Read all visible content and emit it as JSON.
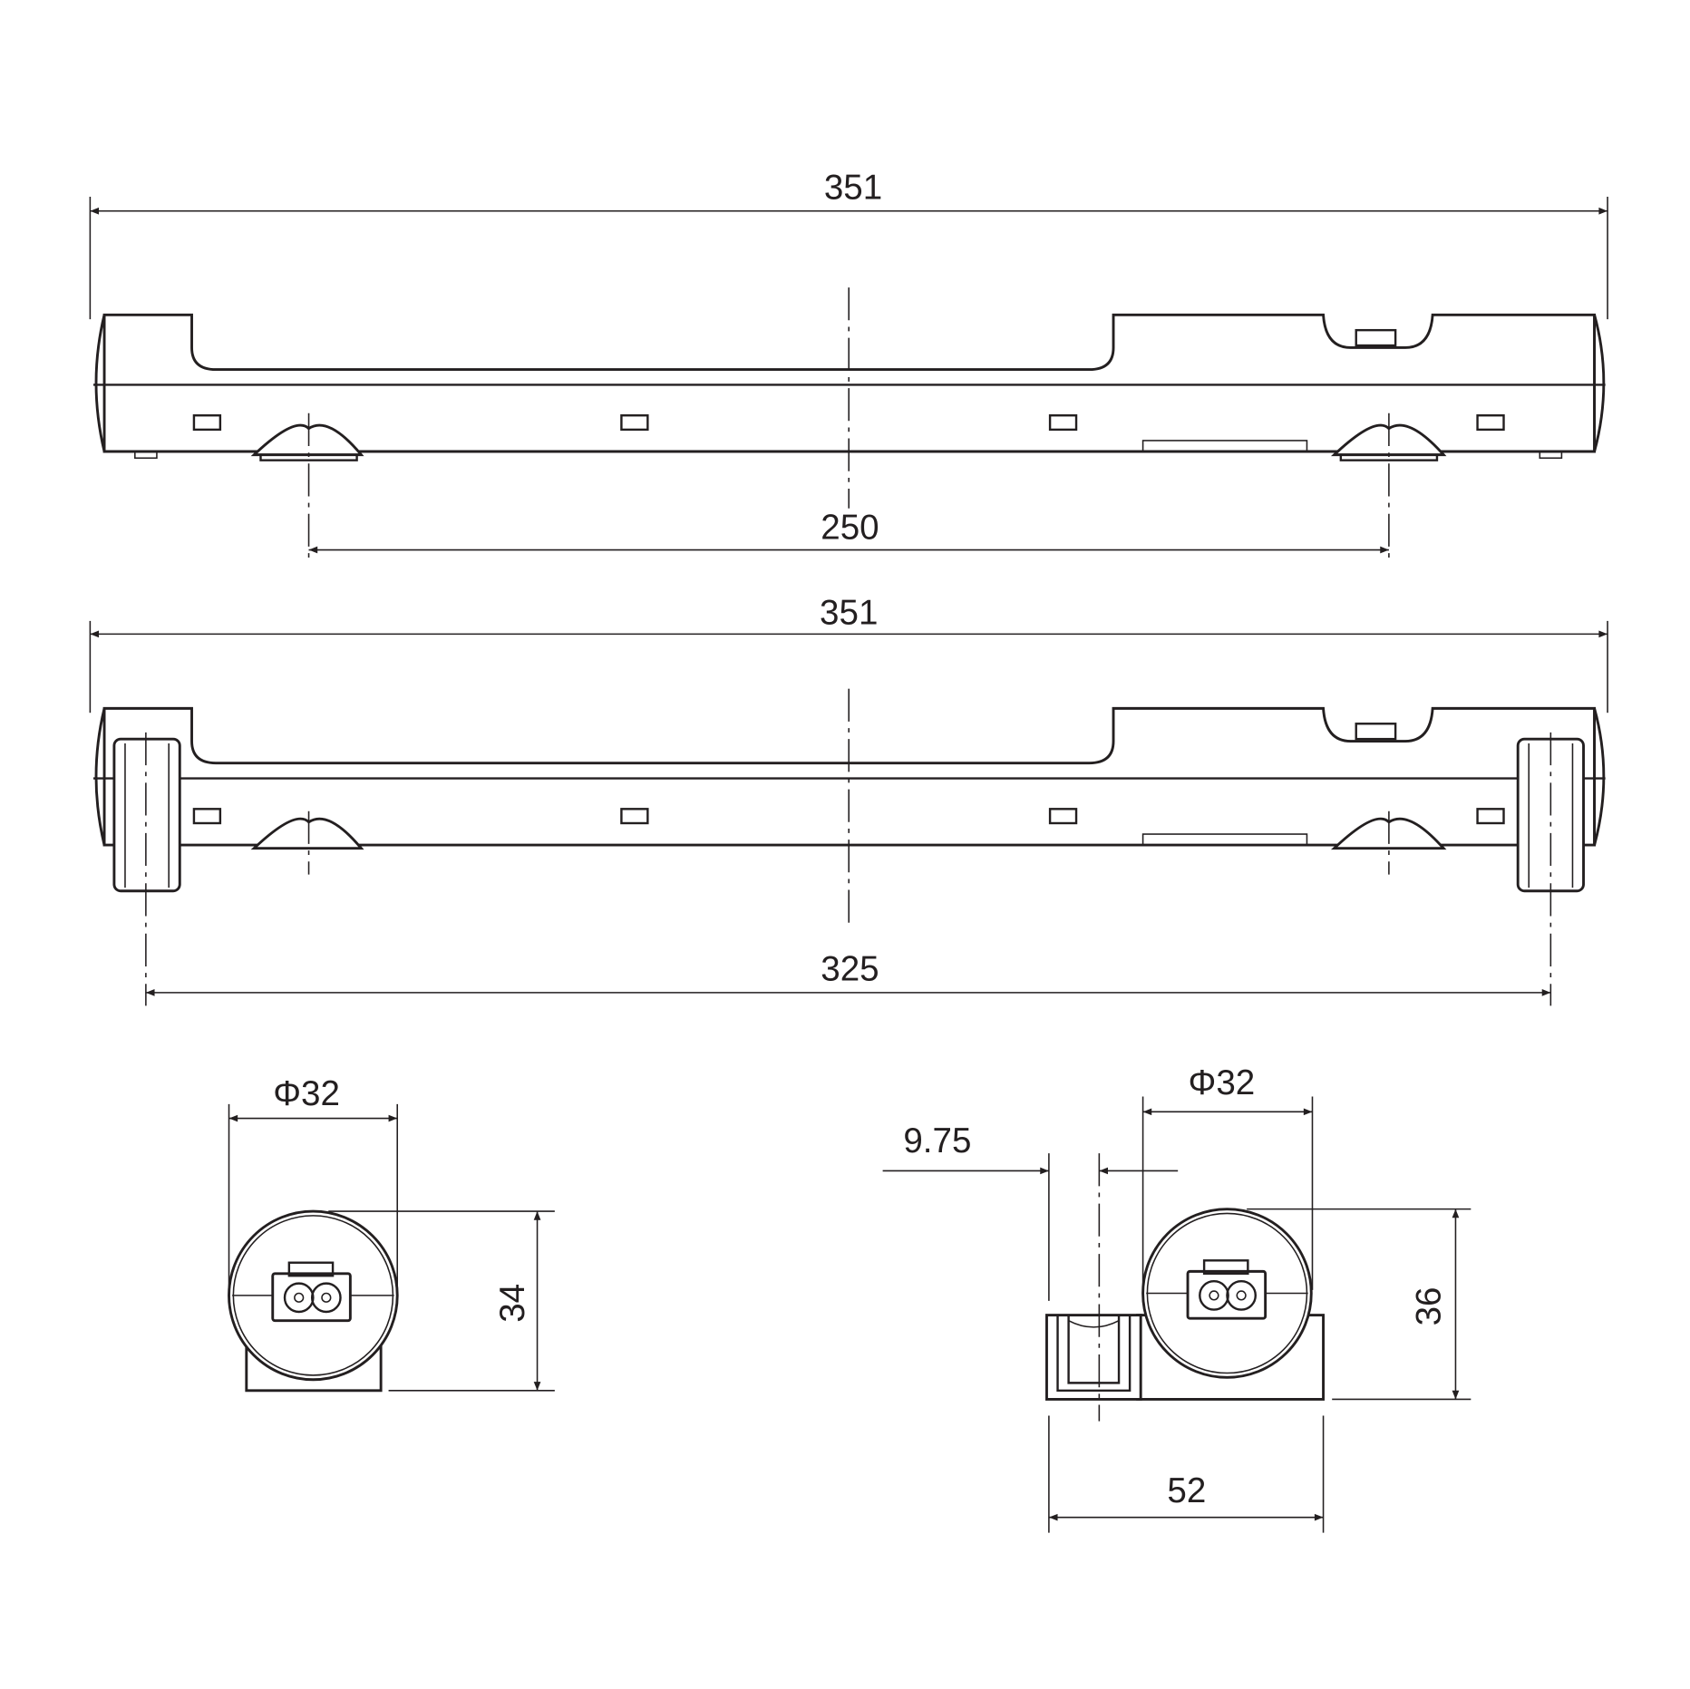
{
  "title": "Luminaire dimension drawing",
  "top_view": {
    "overall_length": "351",
    "mount_spacing": "250"
  },
  "bracket_view": {
    "overall_length": "351",
    "bracket_spacing": "325"
  },
  "end_view_left": {
    "diameter": "Φ32",
    "height": "34"
  },
  "end_view_right": {
    "diameter": "Φ32",
    "offset": "9.75",
    "height": "36",
    "width": "52"
  },
  "colors": {
    "line": "#231f20",
    "background": "#ffffff"
  }
}
